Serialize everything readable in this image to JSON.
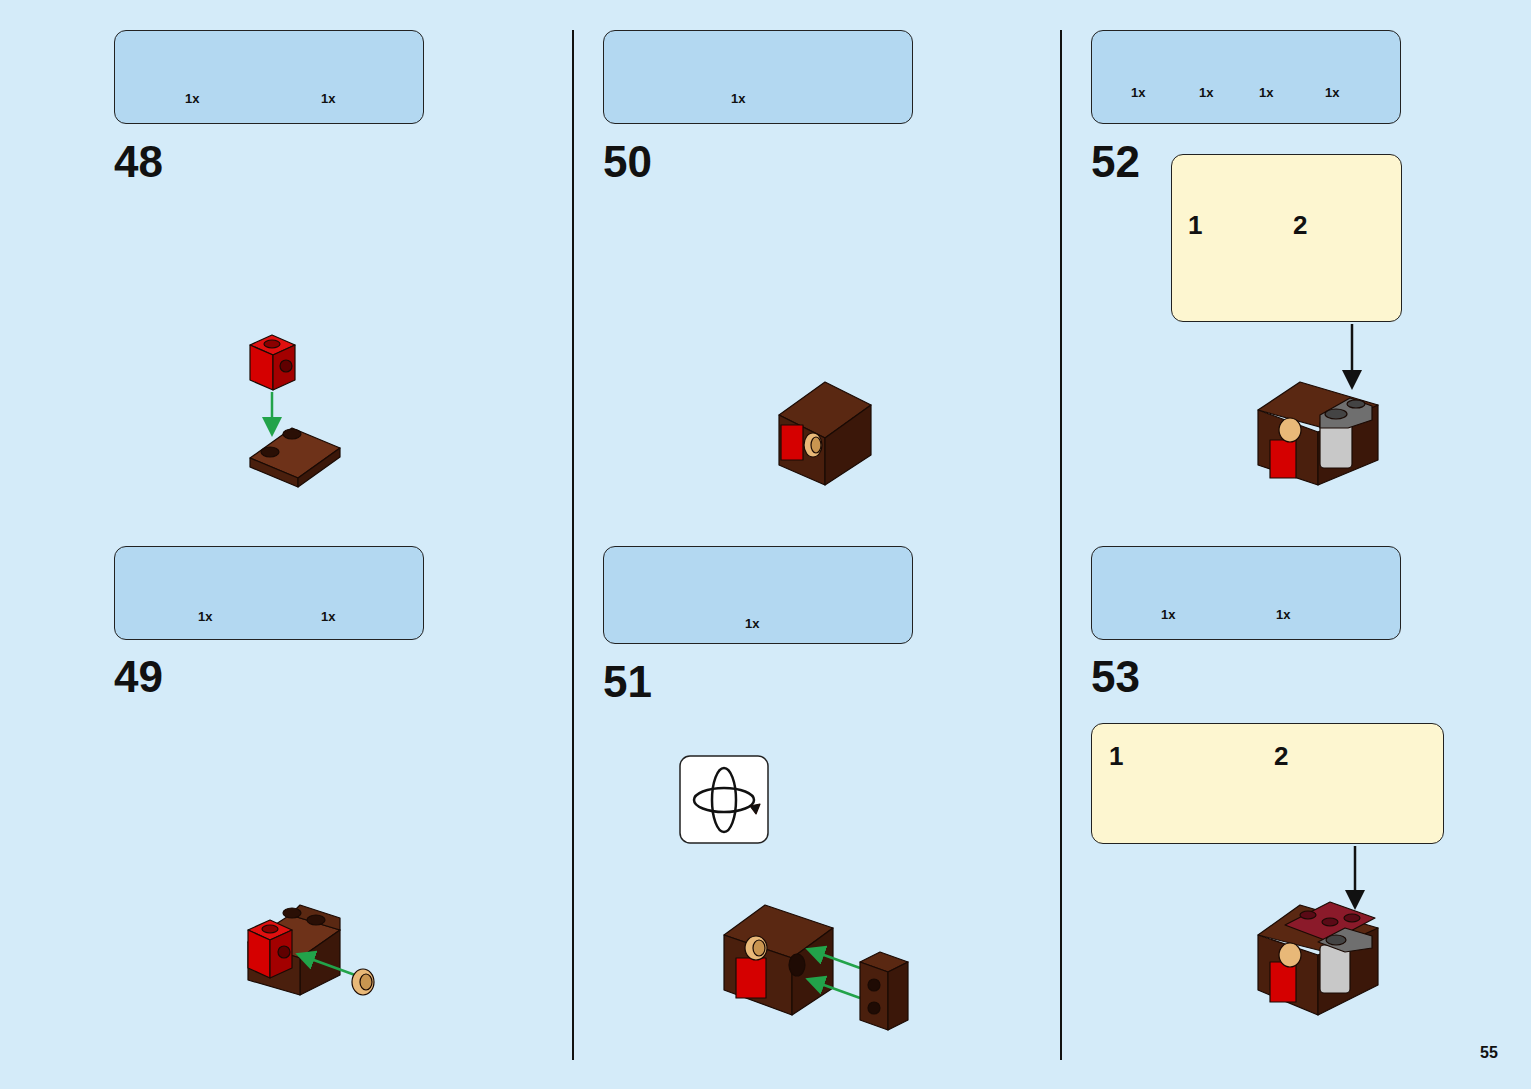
{
  "diagram": {
    "nodes": [
      {
        "text": [
          "1x",
          "1x"
        ]
      },
      {
        "text": [
          "1x",
          "1x"
        ]
      },
      {
        "text": [
          "1x"
        ]
      },
      {
        "text": [
          "1x"
        ]
      },
      {
        "text": [
          "1x",
          "1x",
          "1x",
          "1x"
        ]
      },
      {
        "text": [
          "1",
          "2"
        ]
      },
      {
        "text": [
          "1x",
          "1x"
        ]
      },
      {
        "text": [
          "1",
          "2"
        ]
      }
    ],
    "labels": [
      "48",
      "49",
      "50",
      "51",
      "52",
      "53",
      "55"
    ]
  }
}
